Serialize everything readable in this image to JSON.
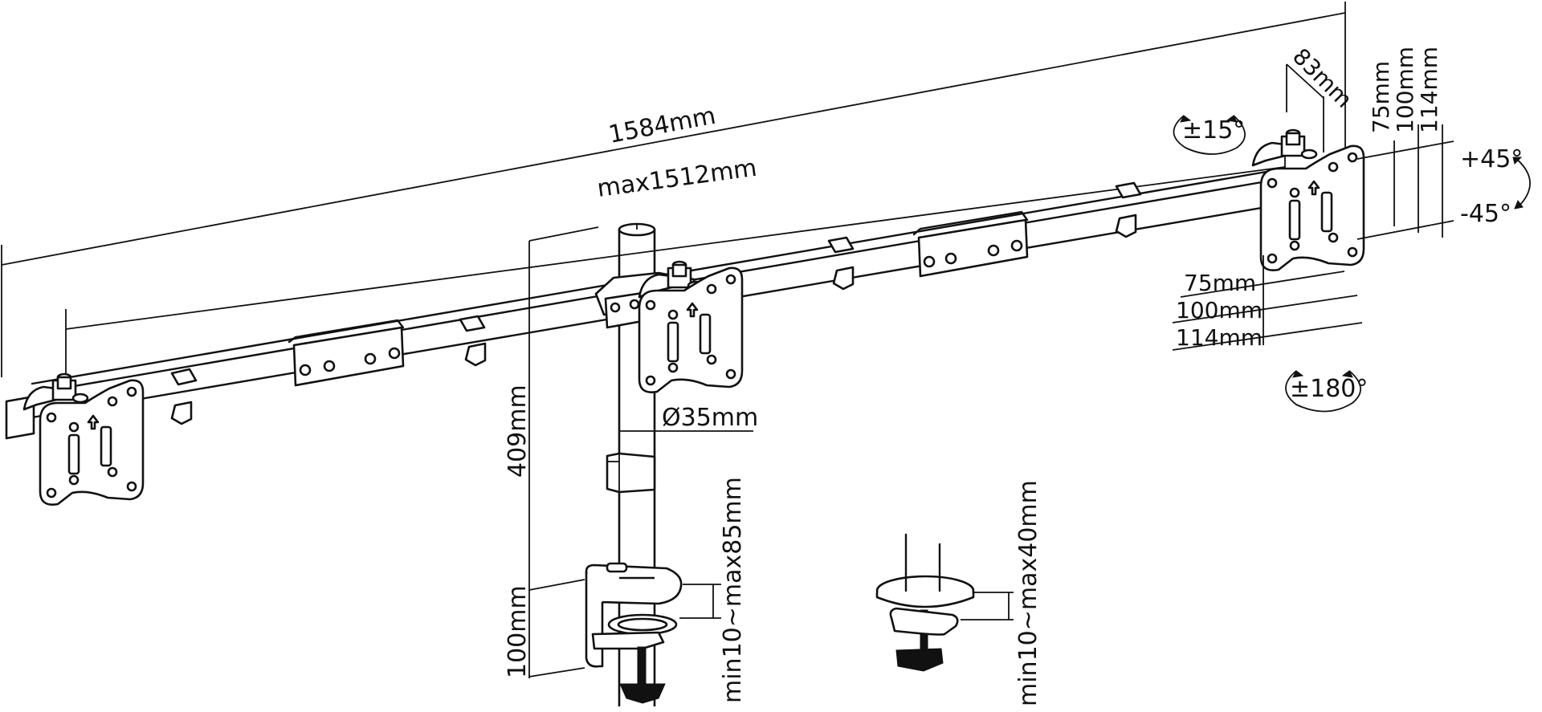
{
  "title": "Triple monitor desk mount dimension drawing",
  "dimensions": {
    "overall_width": "1584mm",
    "max_span": "max1512mm",
    "pole_height": "409mm",
    "pole_diameter": "Ø35mm",
    "clamp_height": "100mm",
    "clamp_range": "min10~max85mm",
    "grommet_range": "min10~max40mm",
    "plate_offset": "83mm",
    "vesa_horizontal": [
      "75mm",
      "100mm",
      "114mm"
    ],
    "vesa_vertical": [
      "75mm",
      "100mm",
      "114mm"
    ]
  },
  "rotation": {
    "swivel": "±15°",
    "tilt_up": "+45°",
    "tilt_down": "-45°",
    "rotate": "±180°"
  },
  "colors": {
    "ink": "#111111",
    "background": "#ffffff"
  }
}
